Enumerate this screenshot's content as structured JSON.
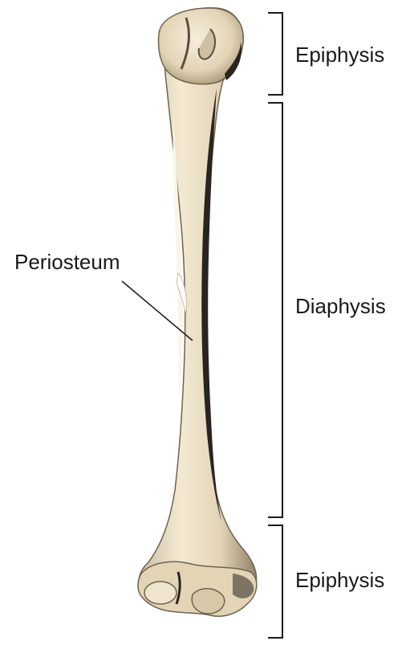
{
  "labels": {
    "epiphysis_top": "Epiphysis",
    "diaphysis": "Diaphysis",
    "epiphysis_bottom": "Epiphysis",
    "periosteum": "Periosteum"
  },
  "colors": {
    "bone": "#e9dcc2",
    "bone_highlight": "#f7efde",
    "bone_shadow": "#a89a80",
    "bone_dark": "#2a2420",
    "line": "#1a1a1a"
  }
}
